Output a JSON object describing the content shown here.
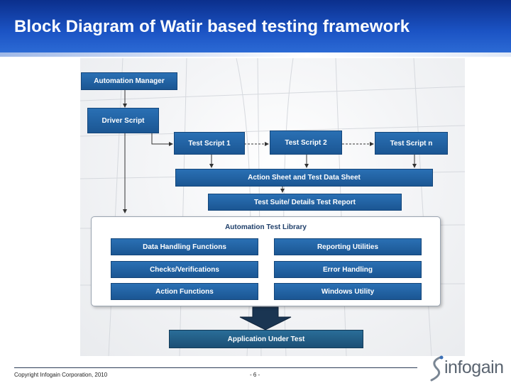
{
  "title": "Block Diagram of Watir based testing framework",
  "diagram": {
    "automation_manager": "Automation Manager",
    "driver_script": "Driver Script",
    "test_script_1": "Test Script 1",
    "test_script_2": "Test Script 2",
    "test_script_n": "Test Script n",
    "action_sheet": "Action Sheet and Test Data Sheet",
    "test_report": "Test Suite/ Details Test Report",
    "library": {
      "title": "Automation Test Library",
      "data_handling": "Data Handling Functions",
      "reporting": "Reporting Utilities",
      "checks": "Checks/Verifications",
      "error_handling": "Error Handling",
      "action_functions": "Action Functions",
      "windows_utility": "Windows Utility"
    },
    "app_under_test": "Application Under Test"
  },
  "footer": {
    "copyright": "Copyright Infogain Corporation, 2010",
    "page_number": "- 6 -"
  },
  "logo": {
    "text": "infogain"
  },
  "colors": {
    "title_bar": "#1b53c4",
    "block": "#1f5f9f",
    "aut_block": "#1d5a85"
  }
}
